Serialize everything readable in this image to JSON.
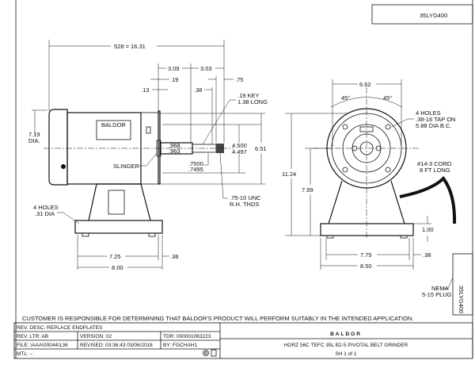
{
  "drawing_number": "35LYG400",
  "side_view": {
    "overall_length": "528 = 16.31",
    "dim_3_09": "3.09",
    "dim_3_03": "3.03",
    "dim_19": ".19",
    "dim_75": ".75",
    "dim_13": ".13",
    "dim_38": ".38",
    "key_line1": ".19 KEY",
    "key_line2": "1.38 LONG",
    "nameplate": "BALDOR",
    "dia_line1": "7.19",
    "dia_line2": "DIA.",
    "shaft_dia1": ".968",
    "shaft_dia2": ".963",
    "pilot1": "4.500",
    "pilot2": "4.497",
    "height": "6.51",
    "slinger": "SLINGER",
    "end_dia1": ".7500",
    "end_dia2": ".7495",
    "holes_line1": "4 HOLES",
    "holes_line2": ".31 DIA",
    "thread_line1": ".75-10 UNC",
    "thread_line2": "R.H. THDS",
    "base_725": "7.25",
    "base_38": ".38",
    "base_800": "8.00"
  },
  "end_view": {
    "width_662": "6.62",
    "angle_left": "45°",
    "angle_right": "45°",
    "tap_line1": "4 HOLES",
    "tap_line2": ".38-16 TAP ON",
    "tap_line3": "5.88 DIA B.C.",
    "height_1124": "11.24",
    "height_799": "7.99",
    "cord_line1": "#14-3 CORD",
    "cord_line2": "8 FT LONG",
    "foot_100": "1.00",
    "base_775": "7.75",
    "base_38": ".38",
    "base_850": "8.50",
    "plug_line1": "NEMA",
    "plug_line2": "5-15 PLUG"
  },
  "disclaimer": "CUSTOMER IS RESPONSIBLE FOR DETERMINING THAT BALDOR'S PRODUCT WILL PERFORM SUITABLY IN THE INTENDED APPLICATION.",
  "title_block": {
    "rev_desc": "REV. DESC:  REPLACE ENDPLATES",
    "rev_ltr": "REV. LTR:  AB",
    "version": "VERSION: 02",
    "tdr": "TDR: 000001063223",
    "file": "FILE: \\AAA\\00044\\136",
    "revised": "REVISED: 03:36:43 03/06/2018",
    "by": "BY: FGCHAH1",
    "mtl": "MTL:  –",
    "logo": "BALDOR",
    "description": "HORZ 56C TEFC 35L B2-5 PIVOTAL BELT GRINDER",
    "sheet": "SH 1 of 1"
  }
}
